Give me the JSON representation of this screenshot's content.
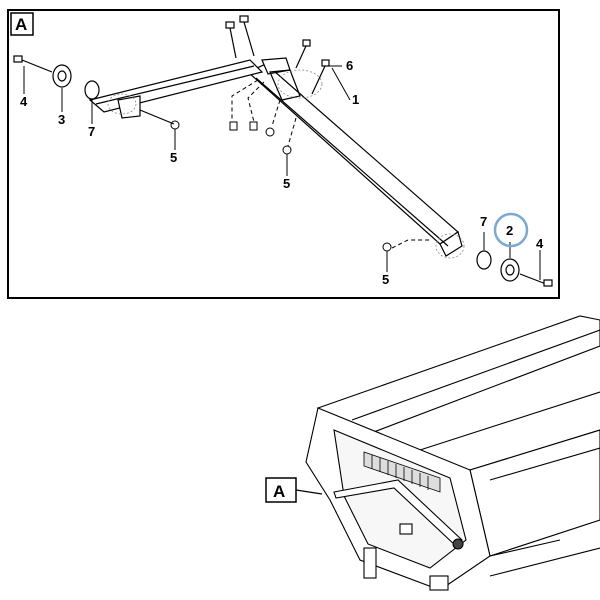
{
  "detail_view": {
    "label": "A",
    "callouts": {
      "c1": "1",
      "c2": "2",
      "c3": "3",
      "c4_left": "4",
      "c4_right": "4",
      "c5_top": "5",
      "c5_mid": "5",
      "c5_bottom": "5",
      "c6": "6",
      "c7_left": "7",
      "c7_right": "7"
    }
  },
  "overview": {
    "label": "A"
  },
  "colors": {
    "line": "#000000",
    "highlight_ring": "#7aa9d6",
    "hatch": "#888888"
  }
}
